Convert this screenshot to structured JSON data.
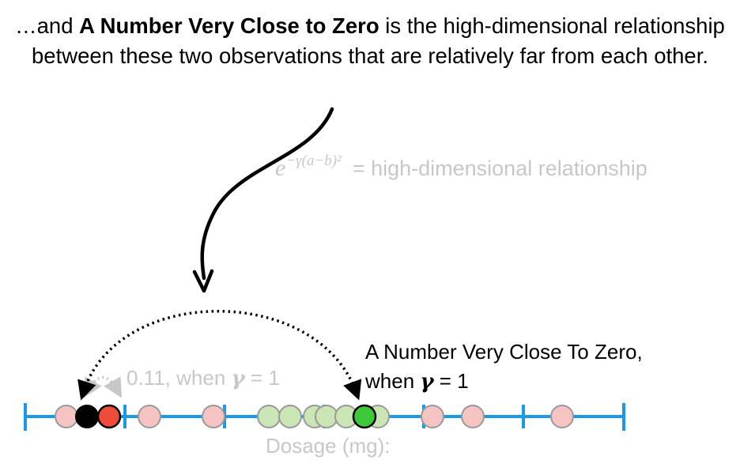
{
  "headline": {
    "part1": "…and ",
    "bold": "A Number Very Close to Zero",
    "part2": " is the high-dimensional relationship between these two observations that are relatively far from each other."
  },
  "formula": {
    "base": "e",
    "exponent": "−γ(a−b)²",
    "label": "= high-dimensional relationship"
  },
  "near_label": {
    "value": "0.11, when ",
    "gamma": "γ",
    "suffix": " = 1"
  },
  "far_label": {
    "line1": "A Number Very Close To Zero,",
    "line2_prefix": "when ",
    "gamma": "γ",
    "line2_suffix": " = 1"
  },
  "axis": {
    "label": "Dosage (mg):"
  },
  "colors": {
    "axis": "#1a9ae6",
    "red_light": "#f6c3c3",
    "red": "#ee4b3a",
    "green_light": "#c9e6b4",
    "green": "#3dc93a",
    "black": "#000000",
    "muted": "#c7c7c7"
  }
}
